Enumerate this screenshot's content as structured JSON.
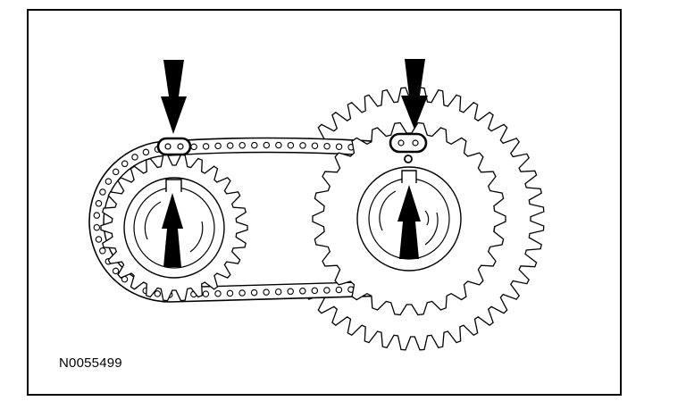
{
  "figure": {
    "reference_number": "N0055499",
    "ink_color": "#000000",
    "background_color": "#ffffff"
  },
  "components": {
    "sprockets": [
      {
        "name": "left-camshaft-sprocket",
        "teeth": 26,
        "timing_mark": "keyway-notch-up"
      },
      {
        "name": "right-camshaft-sprocket",
        "teeth": 26,
        "timing_mark": "keyway-notch-up"
      },
      {
        "name": "idler-sprocket-large",
        "teeth": 44
      }
    ],
    "chain": {
      "name": "timing-chain",
      "marked_links": 2
    },
    "arrows": [
      {
        "name": "left-chain-mark-arrow",
        "direction": "down",
        "points_to": "marked-link-left"
      },
      {
        "name": "right-chain-mark-arrow",
        "direction": "down",
        "points_to": "marked-link-right"
      },
      {
        "name": "left-sprocket-mark-arrow",
        "direction": "up",
        "points_to": "left-timing-notch"
      },
      {
        "name": "right-sprocket-mark-arrow",
        "direction": "up",
        "points_to": "right-timing-notch"
      }
    ]
  }
}
